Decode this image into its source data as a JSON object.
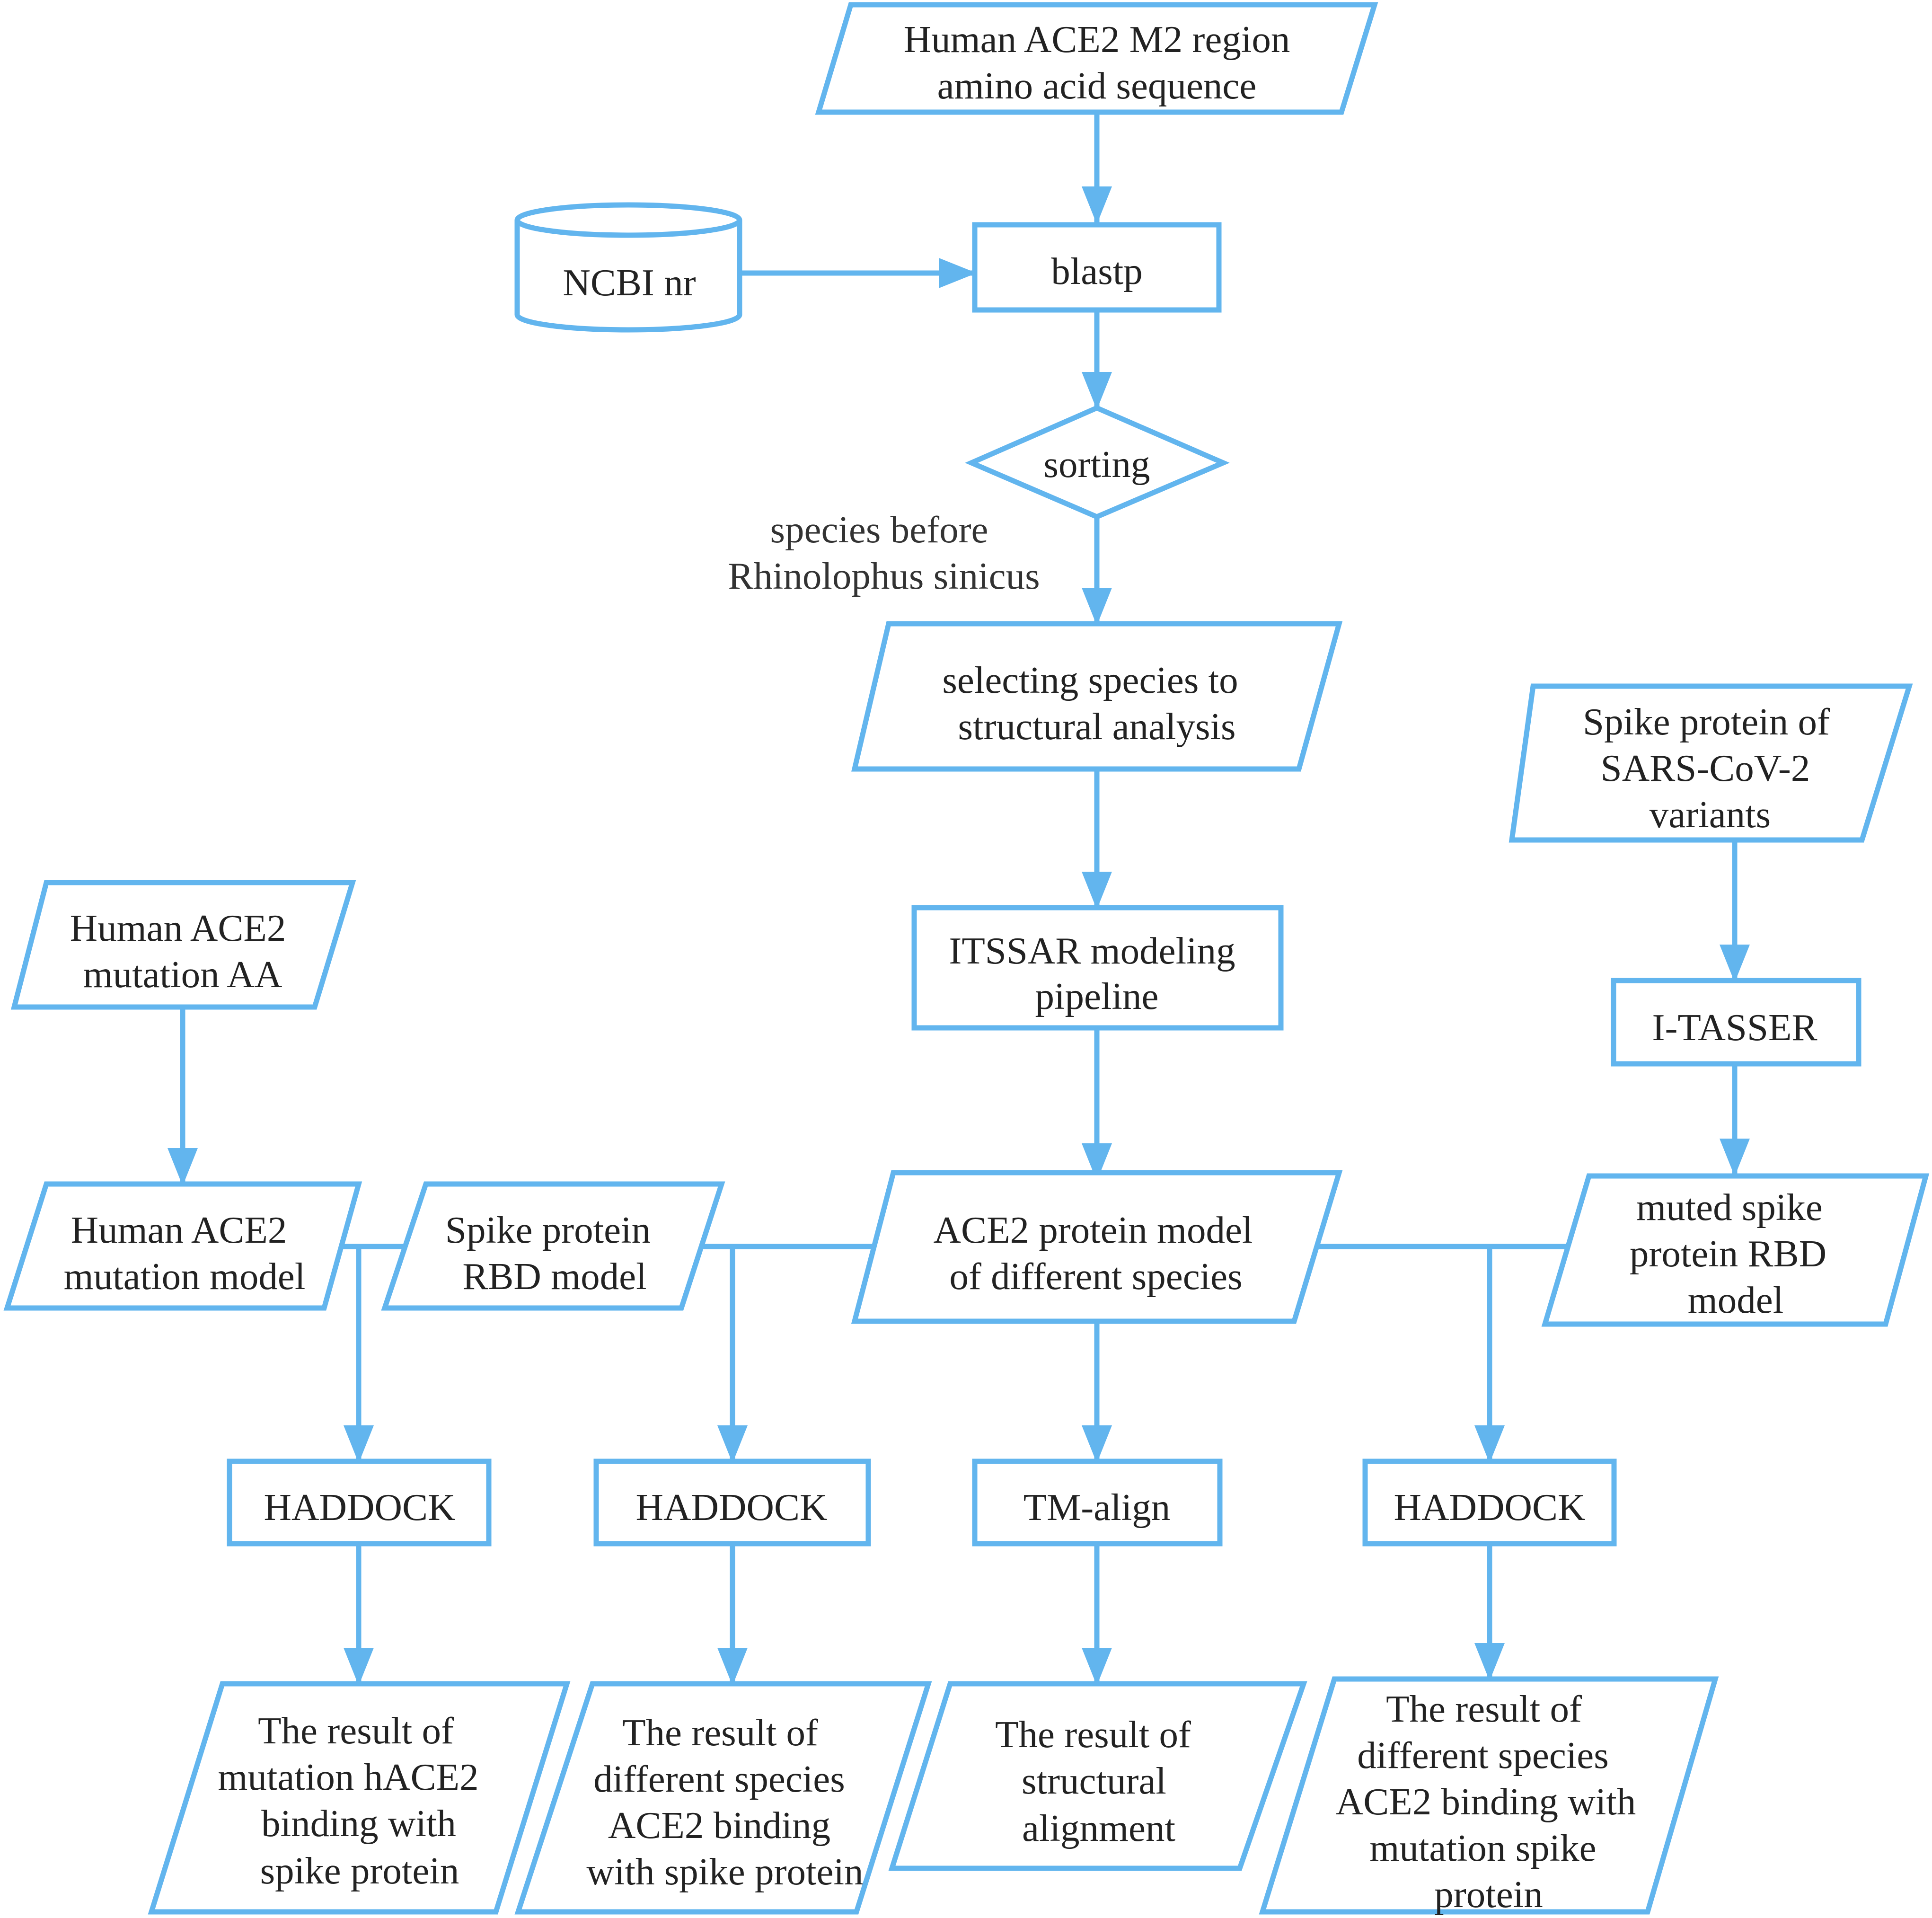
{
  "colors": {
    "stroke": "#62b5ee",
    "text": "#222222",
    "background": "#ffffff"
  },
  "nodes": {
    "hace2_m2_sequence": {
      "shape": "parallelogram",
      "lines": [
        "Human ACE2 M2 region",
        "amino acid sequence"
      ]
    },
    "ncbi_nr": {
      "shape": "database-cylinder",
      "lines": [
        "NCBI nr"
      ]
    },
    "blastp": {
      "shape": "rectangle",
      "lines": [
        "blastp"
      ]
    },
    "sorting": {
      "shape": "diamond",
      "lines": [
        "sorting"
      ]
    },
    "selecting_species": {
      "shape": "parallelogram",
      "lines": [
        "selecting species to",
        "structural analysis"
      ]
    },
    "itssar_pipeline": {
      "shape": "rectangle",
      "lines": [
        "ITSSAR modeling",
        "pipeline"
      ]
    },
    "spike_variants": {
      "shape": "parallelogram",
      "lines": [
        "Spike protein of",
        "SARS-CoV-2",
        "variants"
      ]
    },
    "itasser": {
      "shape": "rectangle",
      "lines": [
        "I-TASSER"
      ]
    },
    "hace2_mutation_aa": {
      "shape": "parallelogram",
      "lines": [
        "Human ACE2",
        "mutation AA"
      ]
    },
    "hace2_mutation_model": {
      "shape": "parallelogram",
      "lines": [
        "Human ACE2",
        "mutation model"
      ]
    },
    "spike_rbd_model": {
      "shape": "parallelogram",
      "lines": [
        "Spike protein",
        "RBD model"
      ]
    },
    "ace2_models": {
      "shape": "parallelogram",
      "lines": [
        "ACE2 protein model",
        "of different species"
      ]
    },
    "muted_rbd_model": {
      "shape": "parallelogram",
      "lines": [
        "muted spike",
        "protein RBD",
        "model"
      ]
    },
    "haddock_1": {
      "shape": "rectangle",
      "lines": [
        "HADDOCK"
      ]
    },
    "haddock_2": {
      "shape": "rectangle",
      "lines": [
        "HADDOCK"
      ]
    },
    "tm_align": {
      "shape": "rectangle",
      "lines": [
        "TM-align"
      ]
    },
    "haddock_3": {
      "shape": "rectangle",
      "lines": [
        "HADDOCK"
      ]
    },
    "result_mutation_hace2": {
      "shape": "parallelogram",
      "lines": [
        "The result of",
        "mutation hACE2",
        "binding with",
        "spike protein"
      ]
    },
    "result_species_binding": {
      "shape": "parallelogram",
      "lines": [
        "The result of",
        "different species",
        "ACE2 binding",
        "with spike protein"
      ]
    },
    "result_structural_alignment": {
      "shape": "parallelogram",
      "lines": [
        "The result of",
        "structural",
        "alignment"
      ]
    },
    "result_species_mutation_spike": {
      "shape": "parallelogram",
      "lines": [
        "The result of",
        "different species",
        "ACE2 binding with",
        "mutation spike",
        "protein"
      ]
    }
  },
  "edge_labels": {
    "sorting_to_selecting": [
      "species before",
      "Rhinolophus sinicus"
    ]
  },
  "edges": [
    {
      "from": "hace2_m2_sequence",
      "to": "blastp"
    },
    {
      "from": "ncbi_nr",
      "to": "blastp"
    },
    {
      "from": "blastp",
      "to": "sorting"
    },
    {
      "from": "sorting",
      "to": "selecting_species",
      "label": "edge_labels.sorting_to_selecting"
    },
    {
      "from": "selecting_species",
      "to": "itssar_pipeline"
    },
    {
      "from": "itssar_pipeline",
      "to": "ace2_models"
    },
    {
      "from": "spike_variants",
      "to": "itasser"
    },
    {
      "from": "itasser",
      "to": "muted_rbd_model"
    },
    {
      "from": "hace2_mutation_aa",
      "to": "hace2_mutation_model"
    },
    {
      "from": [
        "hace2_mutation_model",
        "spike_rbd_model"
      ],
      "to": "haddock_1"
    },
    {
      "from": [
        "spike_rbd_model",
        "ace2_models"
      ],
      "to": "haddock_2"
    },
    {
      "from": "ace2_models",
      "to": "tm_align"
    },
    {
      "from": [
        "ace2_models",
        "muted_rbd_model"
      ],
      "to": "haddock_3"
    },
    {
      "from": "haddock_1",
      "to": "result_mutation_hace2"
    },
    {
      "from": "haddock_2",
      "to": "result_species_binding"
    },
    {
      "from": "tm_align",
      "to": "result_structural_alignment"
    },
    {
      "from": "haddock_3",
      "to": "result_species_mutation_spike"
    }
  ]
}
